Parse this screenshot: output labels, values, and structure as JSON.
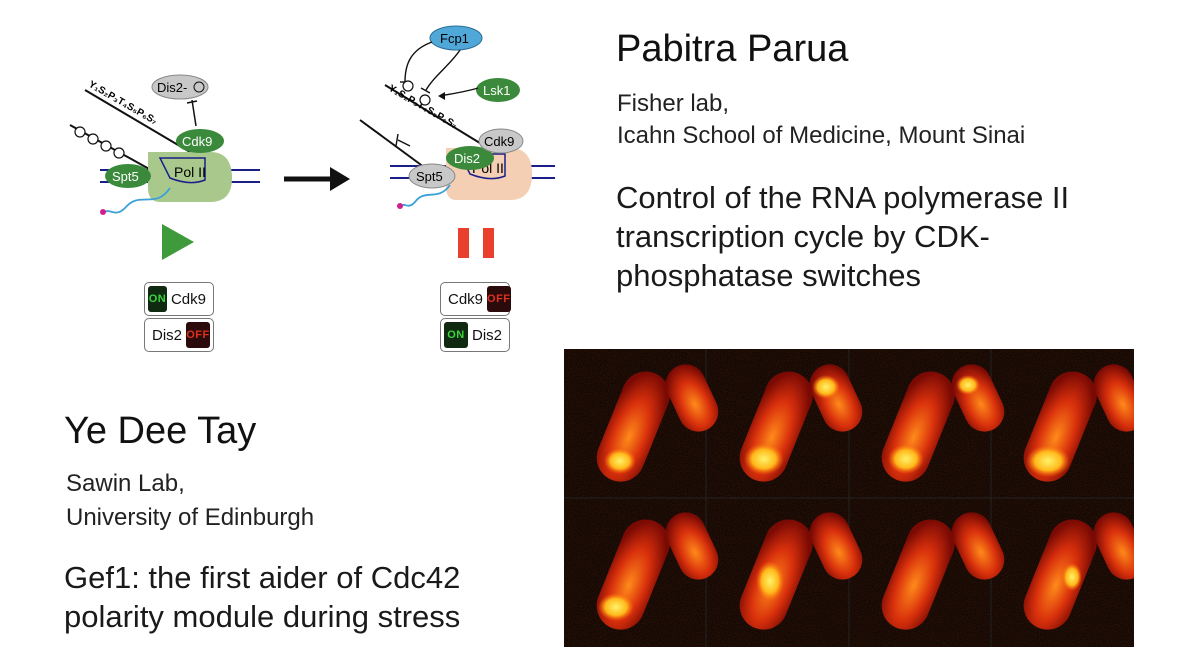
{
  "speaker1": {
    "name": "Pabitra Parua",
    "affiliation_line1": "Fisher lab,",
    "affiliation_line2": "Icahn School of Medicine, Mount Sinai",
    "title_line1": "Control of the RNA polymerase II",
    "title_line2": "transcription cycle by CDK-",
    "title_line3": "phosphatase switches"
  },
  "speaker2": {
    "name": "Ye Dee Tay",
    "affiliation_line1": "Sawin Lab,",
    "affiliation_line2": "University of Edinburgh",
    "title_line1": "Gef1: the first aider of Cdc42",
    "title_line2": "polarity module during stress"
  },
  "diagram_left": {
    "dis2p": "Dis2-",
    "p_symbol": "P",
    "cdk9": "Cdk9",
    "spt5": "Spt5",
    "pol2": "Pol II",
    "ctd": "Y₁S₂P₃T₄S₅P₆S₇",
    "switch1_on": "ON",
    "switch1_label": "Cdk9",
    "switch2_label": "Dis2",
    "switch2_off": "OFF"
  },
  "diagram_right": {
    "fcp1": "Fcp1",
    "lsk1": "Lsk1",
    "cdk9": "Cdk9",
    "dis2": "Dis2",
    "spt5": "Spt5",
    "pol2": "Pol II",
    "ctd": "Y₁S₂P₃T₄S₅P₆S₇",
    "p_symbol": "P",
    "switch1_label": "Cdk9",
    "switch1_off": "OFF",
    "switch2_on": "ON",
    "switch2_label": "Dis2"
  },
  "colors": {
    "green": "#3b8a3b",
    "pol2_green": "#a9c98c",
    "pol2_peach": "#f5cfb4",
    "fcp1_blue": "#4fa8d8",
    "gray_protein": "#c8c8c8",
    "play_green": "#3e9a3a",
    "pause_red": "#e8402c",
    "dna_blue": "#1a1f8a"
  }
}
